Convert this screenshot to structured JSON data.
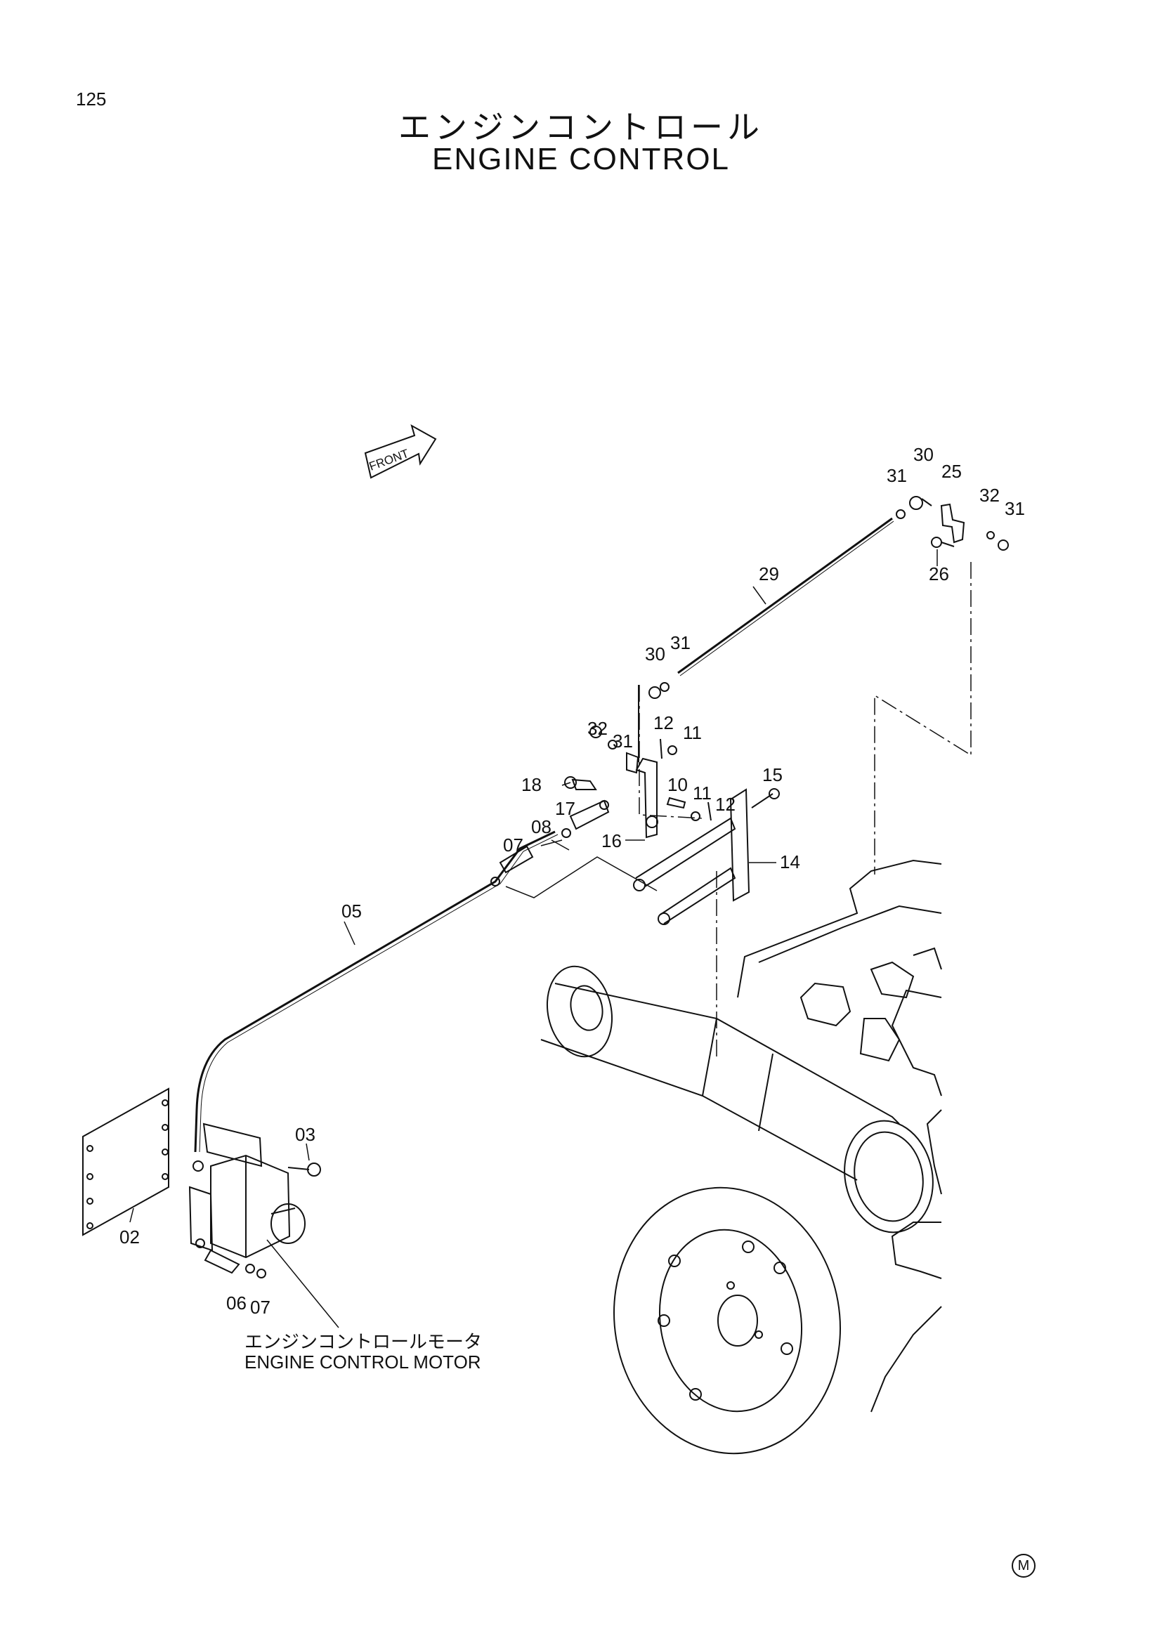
{
  "page_number": "125",
  "title_jp": "エンジンコントロール",
  "title_en": "ENGINE  CONTROL",
  "front_label": "FRONT",
  "motor_label_jp": "エンジンコントロールモータ",
  "motor_label_en": "ENGINE  CONTROL  MOTOR",
  "corner_mark": "M",
  "callouts": {
    "p30a": "30",
    "p31a": "31",
    "p25": "25",
    "p32a": "32",
    "p31b": "31",
    "p26": "26",
    "p29": "29",
    "p30b": "30",
    "p31c": "31",
    "p32b": "32",
    "p31d": "31",
    "p12a": "12",
    "p11a": "11",
    "p18": "18",
    "p10": "10",
    "p11b": "11",
    "p15": "15",
    "p17": "17",
    "p12b": "12",
    "p08": "08",
    "p16": "16",
    "p07a": "07",
    "p14": "14",
    "p05": "05",
    "p03": "03",
    "p02": "02",
    "p06": "06",
    "p07b": "07"
  }
}
